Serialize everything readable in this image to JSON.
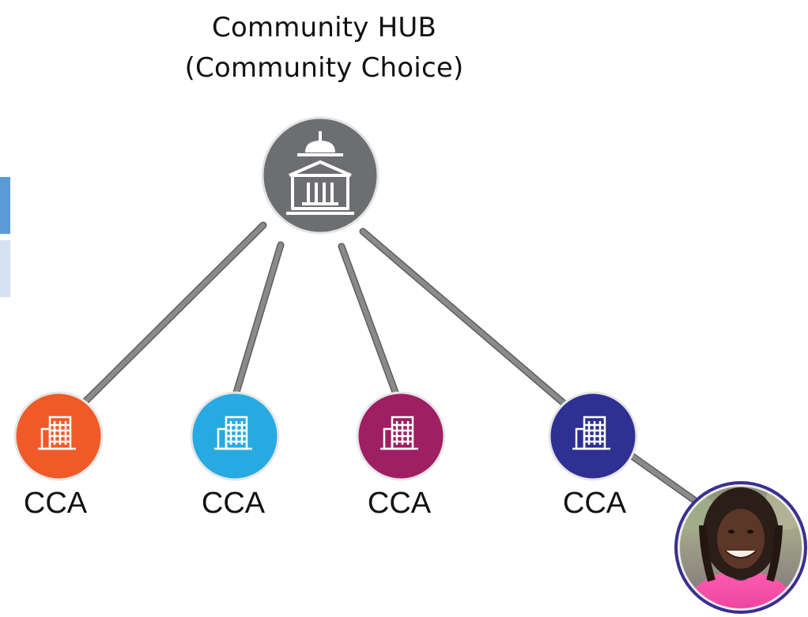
{
  "diagram": {
    "title_line_1": "Community HUB",
    "title_line_2": "(Community Choice)",
    "hub_icon": "government-building-icon",
    "nodes": [
      {
        "label": "CCA",
        "color": "#f05a28",
        "icon": "office-building-icon"
      },
      {
        "label": "CCA",
        "color": "#27aae1",
        "icon": "office-building-icon"
      },
      {
        "label": "CCA",
        "color": "#9e1f63",
        "icon": "office-building-icon"
      },
      {
        "label": "CCA",
        "color": "#2e3192",
        "icon": "office-building-icon"
      }
    ],
    "colors": {
      "hub": "#6d6e71",
      "connector": "#7a7a7a",
      "tab_blue": "#5b9bd5",
      "tab_light_blue": "#d6e1f2",
      "photo_ring": "#3a2f8f",
      "photo_inner_ring": "#e6e6e6"
    },
    "photo_icon": "person-photo-avatar"
  }
}
